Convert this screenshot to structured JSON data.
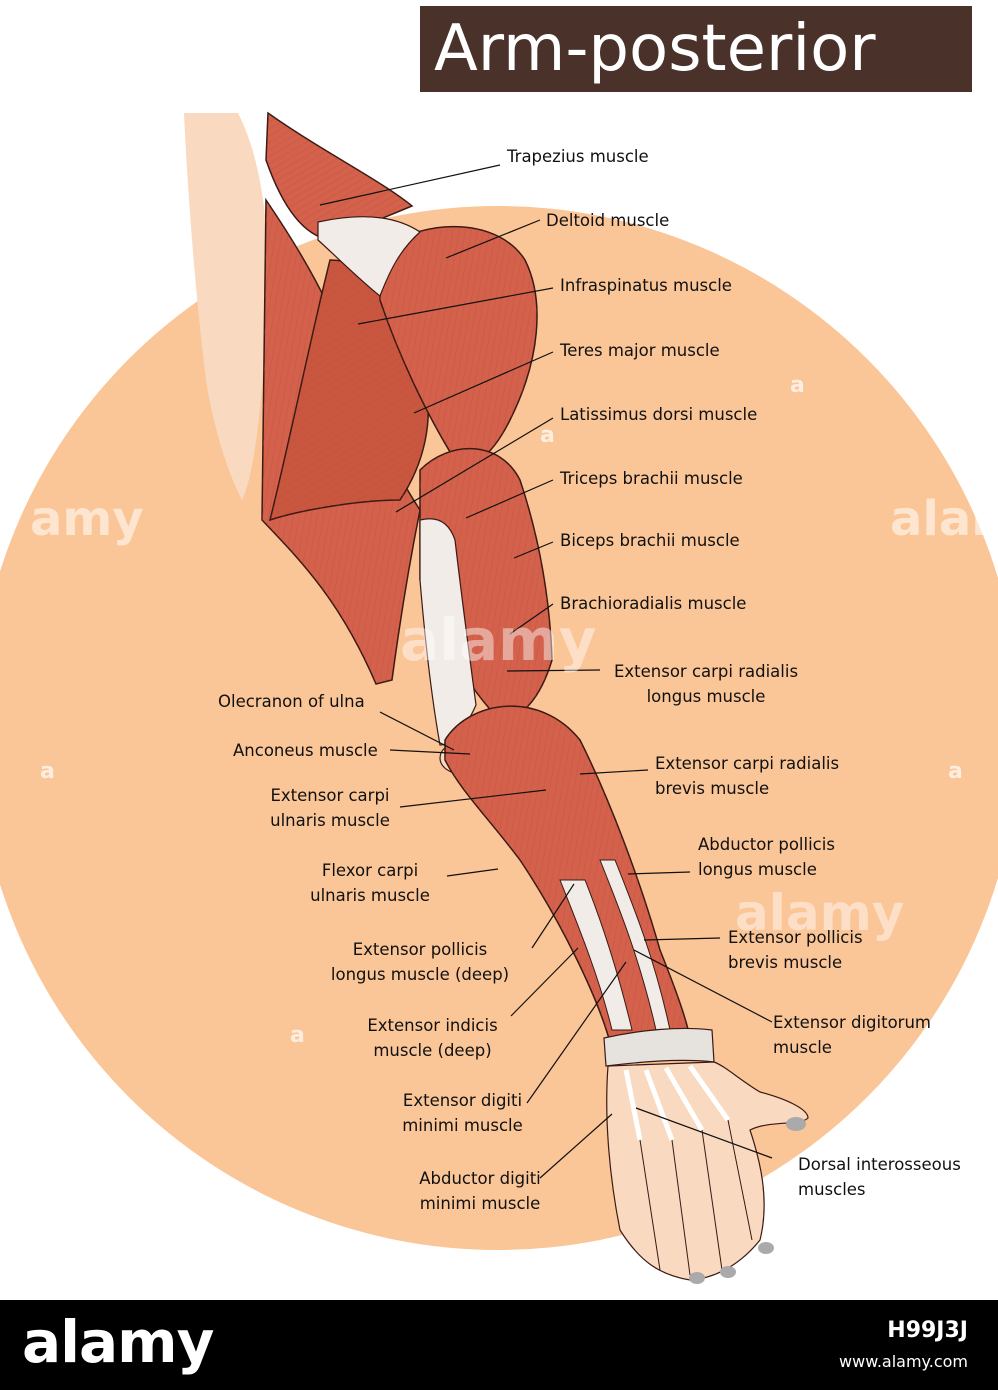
{
  "title": "Arm-posterior",
  "labels": {
    "trapezius": "Trapezius muscle",
    "deltoid": "Deltoid muscle",
    "infraspinatus": "Infraspinatus muscle",
    "teres_major": "Teres major muscle",
    "latissimus": "Latissimus dorsi muscle",
    "triceps": "Triceps brachii muscle",
    "biceps": "Biceps brachii muscle",
    "brachioradialis": "Brachioradialis muscle",
    "ecrl_1": "Extensor carpi radialis",
    "ecrl_2": "longus muscle",
    "olecranon": "Olecranon of ulna",
    "anconeus": "Anconeus muscle",
    "ecrb_1": "Extensor carpi radialis",
    "ecrb_2": "brevis muscle",
    "ecu_1": "Extensor carpi",
    "ecu_2": "ulnaris muscle",
    "apl_1": "Abductor pollicis",
    "apl_2": "longus muscle",
    "fcu_1": "Flexor carpi",
    "fcu_2": "ulnaris muscle",
    "epl_1": "Extensor pollicis",
    "epl_2": "longus muscle (deep)",
    "epb_1": "Extensor pollicis",
    "epb_2": "brevis muscle",
    "ei_1": "Extensor indicis",
    "ei_2": "muscle (deep)",
    "ed_1": "Extensor digitorum",
    "ed_2": "muscle",
    "edm_1": "Extensor digiti",
    "edm_2": "minimi muscle",
    "di_1": "Dorsal interosseous",
    "di_2": "muscles",
    "adm_1": "Abductor digiti",
    "adm_2": "minimi muscle"
  },
  "watermark": {
    "text": "alamy",
    "left_edge": "amy",
    "right_edge": "alan",
    "small": "a"
  },
  "footer": {
    "logo": "alamy",
    "image_id": "H99J3J",
    "url": "www.alamy.com"
  },
  "colors": {
    "background_circle": "#fac597",
    "skin": "#f9d9bf",
    "muscle": "#d3614b",
    "tendon": "#f1ece8",
    "title_bg": "#4a3129"
  }
}
